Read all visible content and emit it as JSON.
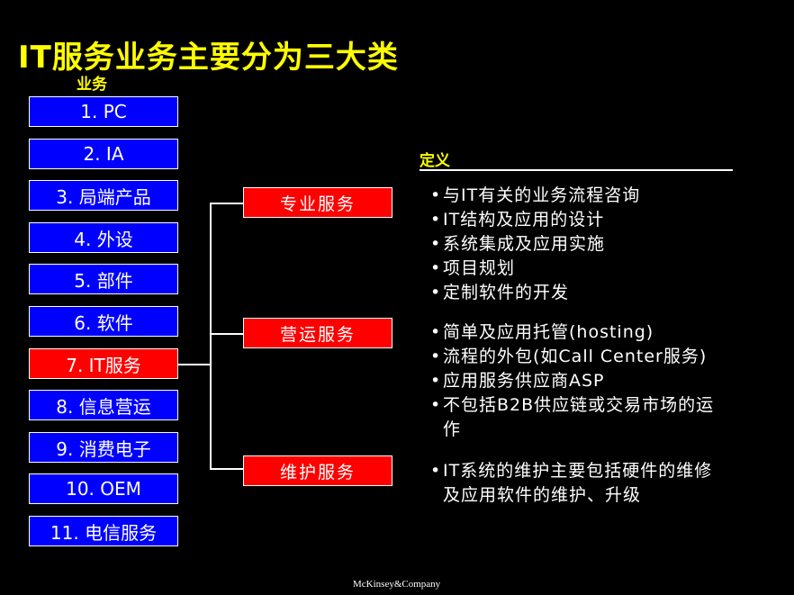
{
  "title": "IT服务业务主要分为三大类",
  "business": {
    "header": "业务",
    "items": [
      {
        "label": "1. PC"
      },
      {
        "label": "2. IA"
      },
      {
        "label": "3. 局端产品"
      },
      {
        "label": "4. 外设"
      },
      {
        "label": "5. 部件"
      },
      {
        "label": "6. 软件"
      },
      {
        "label": "7. IT服务"
      },
      {
        "label": "8. 信息营运"
      },
      {
        "label": "9. 消费电子"
      },
      {
        "label": "10. OEM"
      },
      {
        "label": "11. 电信服务"
      }
    ]
  },
  "services": [
    {
      "label": "专业服务"
    },
    {
      "label": "营运服务"
    },
    {
      "label": "维护服务"
    }
  ],
  "definition": {
    "header": "定义",
    "groups": [
      [
        "与IT有关的业务流程咨询",
        "IT结构及应用的设计",
        "系统集成及应用实施",
        "项目规划",
        "定制软件的开发"
      ],
      [
        "简单及应用托管(hosting)",
        "流程的外包(如Call Center服务)",
        "应用服务供应商ASP",
        "不包括B2B供应链或交易市场的运作"
      ],
      [
        "IT系统的维护主要包括硬件的维修及应用软件的维护、升级"
      ]
    ]
  },
  "footer": "McKinsey&Company",
  "colors": {
    "background": "#000000",
    "title": "#ffff00",
    "business_box": "#0000ff",
    "highlight_box": "#ff0000"
  }
}
